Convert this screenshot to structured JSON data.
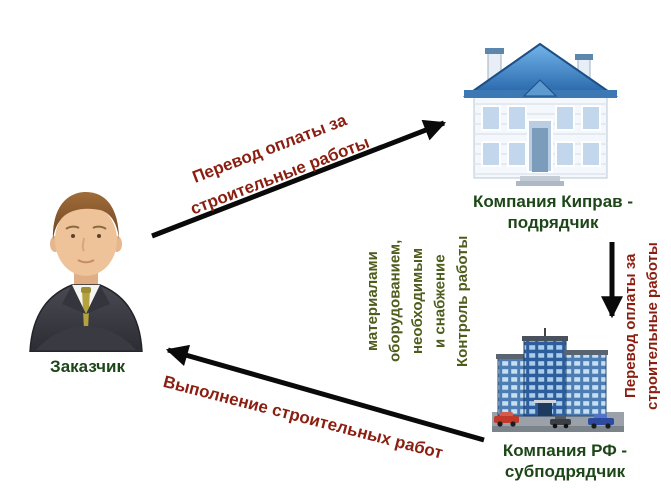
{
  "entities": {
    "customer": {
      "label": "Заказчик",
      "illustration": "businessman-icon"
    },
    "contractor": {
      "label": "Компания Киправ -\nподрядчик",
      "illustration": "house-icon"
    },
    "subcontractor": {
      "label": "Компания РФ -\nсубподрядчик",
      "illustration": "office-building-icon"
    }
  },
  "flows": {
    "payment_to_contractor": {
      "label": "Перевод оплаты за\nстроительные работы",
      "direction": "customer to contractor"
    },
    "payment_to_subcontractor": {
      "label": "Перевод оплаты за\nстроительные работы",
      "direction": "contractor to subcontractor"
    },
    "control_and_supply": {
      "label": "Контроль работы\nи снабжение\nнеобходимым\nоборудованием,\nматериалами",
      "direction": "contractor to subcontractor"
    },
    "execution": {
      "label": "Выполнение строительных работ",
      "direction": "subcontractor to customer"
    }
  },
  "colors": {
    "entity_label_green": "#1d4718",
    "flow_label_red": "#8a1f11",
    "control_label_olive": "#4e5c1c",
    "arrow_black": "#0a0a0a",
    "background": "#ffffff"
  }
}
